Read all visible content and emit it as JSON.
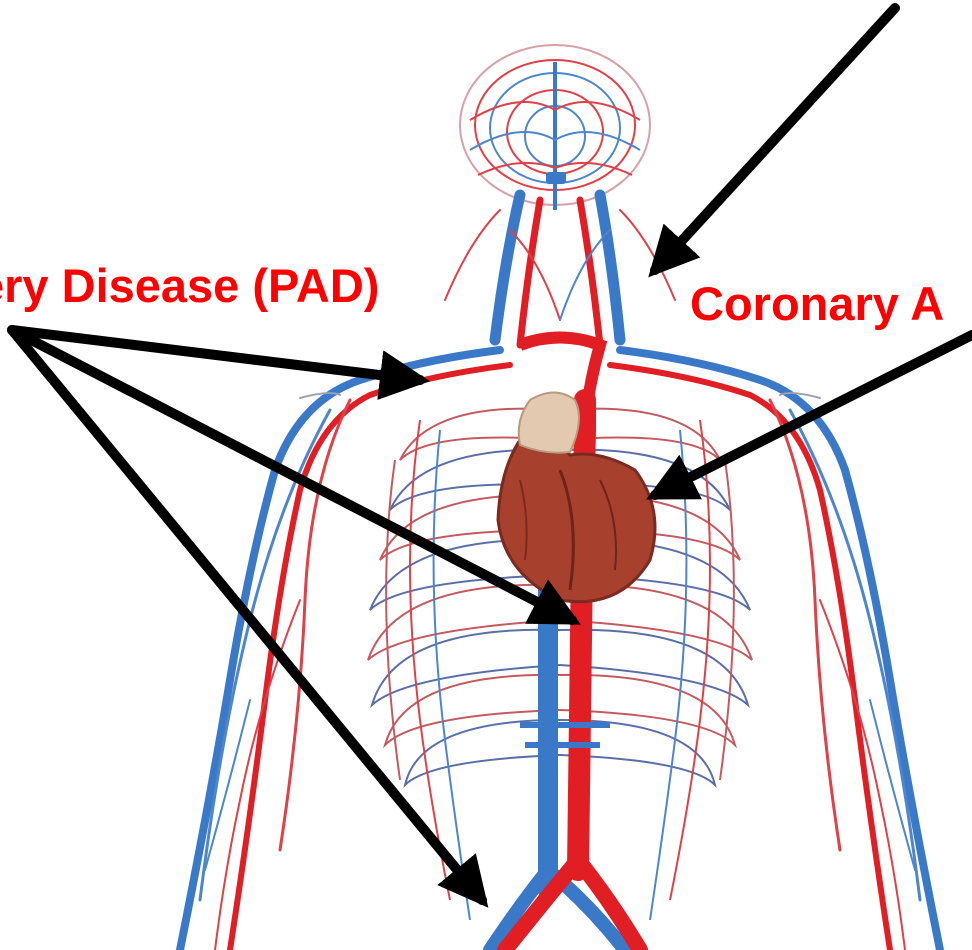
{
  "labels": {
    "pad": "ery Disease (PAD)",
    "cad": "Coronary A"
  },
  "colors": {
    "label_text": "#ff0000",
    "arrow": "#000000",
    "artery": "#e01e24",
    "vein": "#3a78c8",
    "heart": "#a8402e",
    "background": "#ffffff"
  },
  "illustration": {
    "subject": "human circulatory system",
    "elements": [
      "arteries",
      "veins",
      "heart",
      "ribcage",
      "brain vessels"
    ]
  },
  "arrows": [
    {
      "name": "arrow-top-to-neck",
      "target": "carotid artery"
    },
    {
      "name": "arrow-pad-to-shoulder",
      "target": "subclavian artery"
    },
    {
      "name": "arrow-pad-to-aorta",
      "target": "aorta"
    },
    {
      "name": "arrow-pad-to-pelvis",
      "target": "iliac artery"
    },
    {
      "name": "arrow-cad-to-heart",
      "target": "heart"
    }
  ]
}
